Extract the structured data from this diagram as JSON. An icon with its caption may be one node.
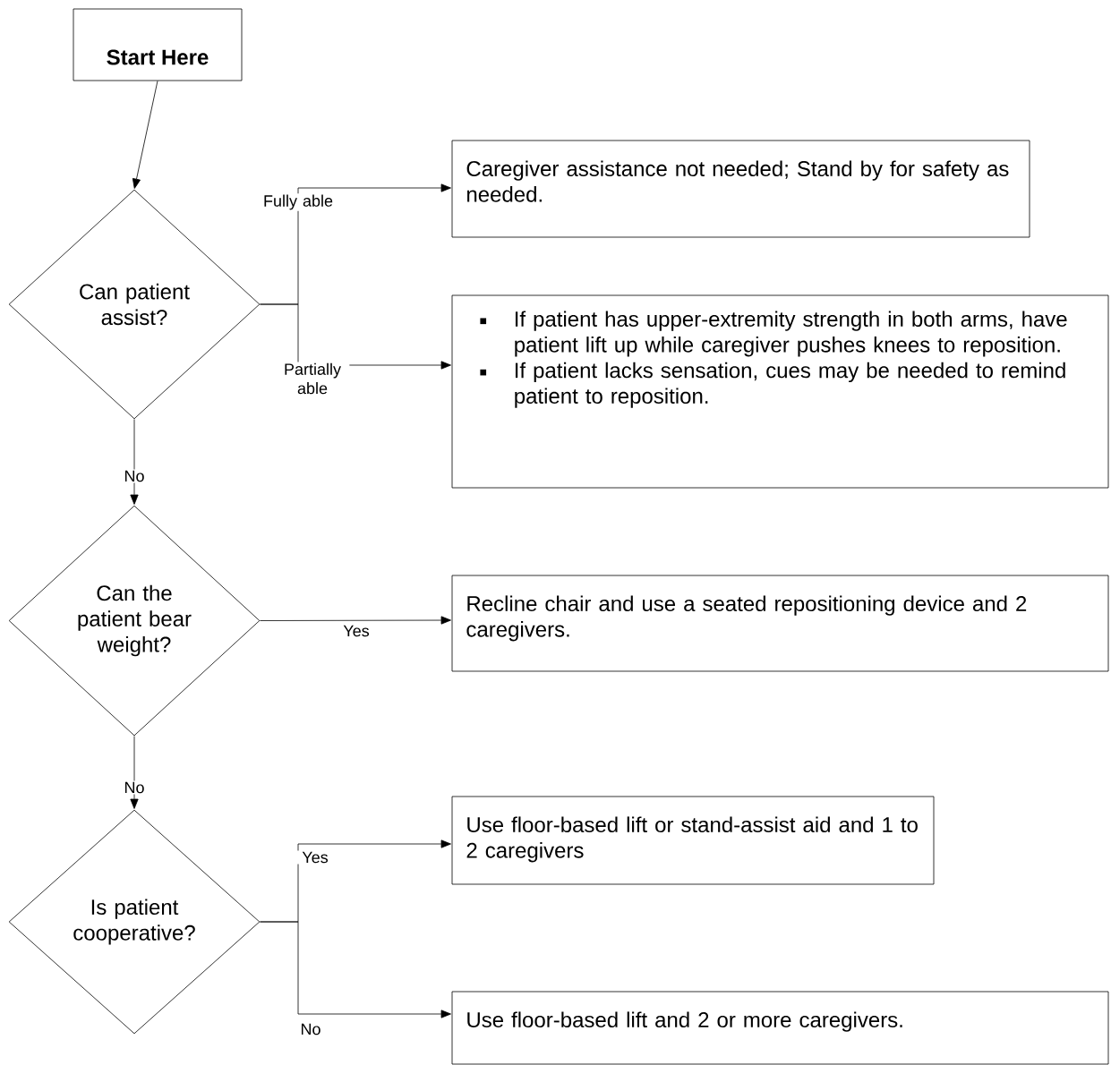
{
  "diagram": {
    "nodes": [
      {
        "text": [
          "Start Here"
        ]
      },
      {
        "text": [
          "Can patient assist?"
        ]
      },
      {
        "text": [
          "Caregiver assistance not needed; Stand by for safety as needed."
        ]
      },
      {
        "text": [
          "If patient has upper-extremity strength in both arms, have patient lift up while caregiver pushes knees to reposition.",
          "If patient lacks sensation, cues may be needed to remind patient to reposition."
        ]
      },
      {
        "text": [
          "Can the patient bear weight?"
        ]
      },
      {
        "text": [
          "Recline chair and use a seated repositioning device and 2 caregivers."
        ]
      },
      {
        "text": [
          "Is patient cooperative?"
        ]
      },
      {
        "text": [
          "Use floor-based lift or stand-assist aid and 1 to 2 caregivers"
        ]
      },
      {
        "text": [
          "Use floor-based lift and 2 or more caregivers."
        ]
      }
    ],
    "edges": [
      {
        "from": 0,
        "to": 1,
        "arrow": "to"
      },
      {
        "from": 1,
        "to": 2,
        "arrow": "to",
        "label": "Fully able"
      },
      {
        "from": 1,
        "to": 3,
        "arrow": "to",
        "label": "Partially able"
      },
      {
        "from": 1,
        "to": 4,
        "arrow": "to",
        "label": "No"
      },
      {
        "from": 4,
        "to": 5,
        "arrow": "to",
        "label": "Yes"
      },
      {
        "from": 4,
        "to": 6,
        "arrow": "to",
        "label": "No"
      },
      {
        "from": 6,
        "to": 7,
        "arrow": "to",
        "label": "Yes"
      },
      {
        "from": 6,
        "to": 8,
        "arrow": "to",
        "label": "No"
      }
    ]
  }
}
